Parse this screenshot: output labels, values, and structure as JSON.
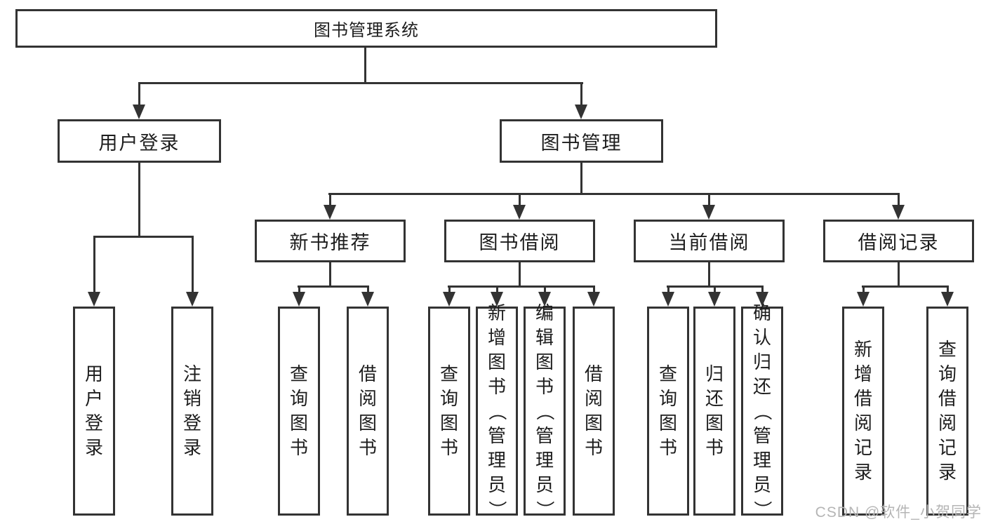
{
  "diagram": {
    "root": {
      "label": "图书管理系统"
    },
    "branches": [
      {
        "label": "用户登录",
        "children": [
          {
            "label": "用户登录"
          },
          {
            "label": "注销登录"
          }
        ]
      },
      {
        "label": "图书管理",
        "children": [
          {
            "label": "新书推荐",
            "children": [
              {
                "label": "查询图书"
              },
              {
                "label": "借阅图书"
              }
            ]
          },
          {
            "label": "图书借阅",
            "children": [
              {
                "label": "查询图书"
              },
              {
                "label": "新增图书（管理员）"
              },
              {
                "label": "编辑图书（管理员）"
              },
              {
                "label": "借阅图书"
              }
            ]
          },
          {
            "label": "当前借阅",
            "children": [
              {
                "label": "查询图书"
              },
              {
                "label": "归还图书"
              },
              {
                "label": "确认归还（管理员）"
              }
            ]
          },
          {
            "label": "借阅记录",
            "children": [
              {
                "label": "新增借阅记录"
              },
              {
                "label": "查询借阅记录"
              }
            ]
          }
        ]
      }
    ],
    "watermark": "CSDN @软件_小贺同学",
    "colors": {
      "line": "#333333",
      "text": "#1d1d1d",
      "watermark": "#b5b5b5",
      "background": "#ffffff"
    }
  }
}
